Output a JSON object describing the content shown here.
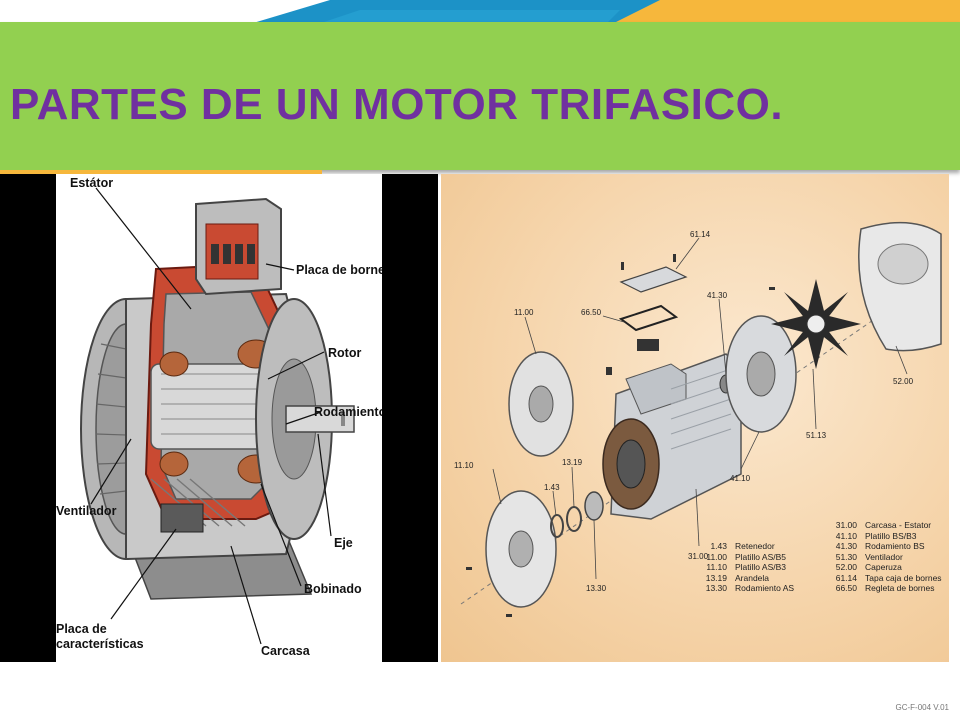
{
  "slide": {
    "title": "PARTES DE UN MOTOR TRIFASICO.",
    "footer_code": "GC-F-004 V.01",
    "colors": {
      "banner": "#92d050",
      "title": "#7030a0",
      "ribbon_blue": "#1c92c7",
      "ribbon_yellow": "#f6b73c"
    }
  },
  "left_image": {
    "labels": {
      "estator": "Estátor",
      "placa_bornes": "Placa de bornes",
      "rotor": "Rotor",
      "rodamientos": "Rodamientos",
      "ventilador": "Ventilador",
      "eje": "Eje",
      "bobinado": "Bobinado",
      "placa_caracteristicas_1": "Placa de",
      "placa_caracteristicas_2": "características",
      "carcasa": "Carcasa"
    }
  },
  "right_image": {
    "part_numbers": {
      "n6114": "61.14",
      "n6650": "66.50",
      "n1100": "11.00",
      "n4130": "41.30",
      "n5200": "52.00",
      "n1110": "11.10",
      "n1319": "13.19",
      "n143": "1.43",
      "n5113": "51.13",
      "n4110": "41.10",
      "n3100": "31.00",
      "n1330": "13.30"
    },
    "legend": [
      {
        "code": "31.00",
        "name": "Carcasa - Estator"
      },
      {
        "code": "41.10",
        "name": "Platillo BS/B3"
      },
      {
        "code": "41.30",
        "name": "Rodamiento BS"
      },
      {
        "code": "51.30",
        "name": "Ventilador"
      },
      {
        "code": "52.00",
        "name": "Caperuza"
      },
      {
        "code": "61.14",
        "name": "Tapa caja de bornes"
      },
      {
        "code": "66.50",
        "name": "Regleta de bornes"
      }
    ],
    "legend_left": [
      {
        "code": "1.43",
        "name": "Retenedor"
      },
      {
        "code": "11.00",
        "name": "Platillo AS/B5"
      },
      {
        "code": "11.10",
        "name": "Platillo AS/B3"
      },
      {
        "code": "13.19",
        "name": "Arandela"
      },
      {
        "code": "13.30",
        "name": "Rodamiento AS"
      }
    ]
  }
}
